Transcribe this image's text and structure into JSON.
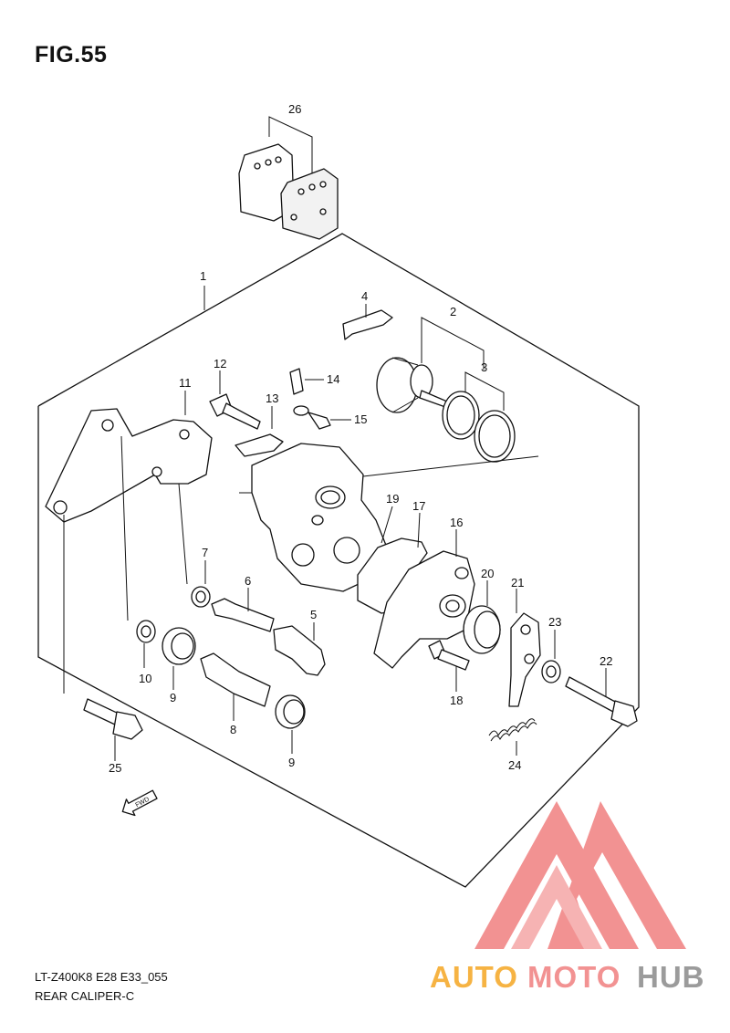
{
  "figure": {
    "title": "FIG.55",
    "model_code": "LT-Z400K8 E28 E33_055",
    "assembly_name": "REAR CALIPER-C"
  },
  "callouts": [
    "1",
    "2",
    "3",
    "4",
    "5",
    "6",
    "7",
    "8",
    "9",
    "9",
    "10",
    "11",
    "12",
    "13",
    "14",
    "15",
    "16",
    "17",
    "18",
    "19",
    "20",
    "21",
    "22",
    "23",
    "24",
    "25",
    "26"
  ],
  "direction_marker": "FWD",
  "watermark": {
    "word_part1": "AUTO",
    "word_part2": "MOTO",
    "word_part3": "HUB",
    "colors": {
      "orange": "#f5a623",
      "red": "#f08080",
      "gray": "#8a8a8a"
    }
  }
}
